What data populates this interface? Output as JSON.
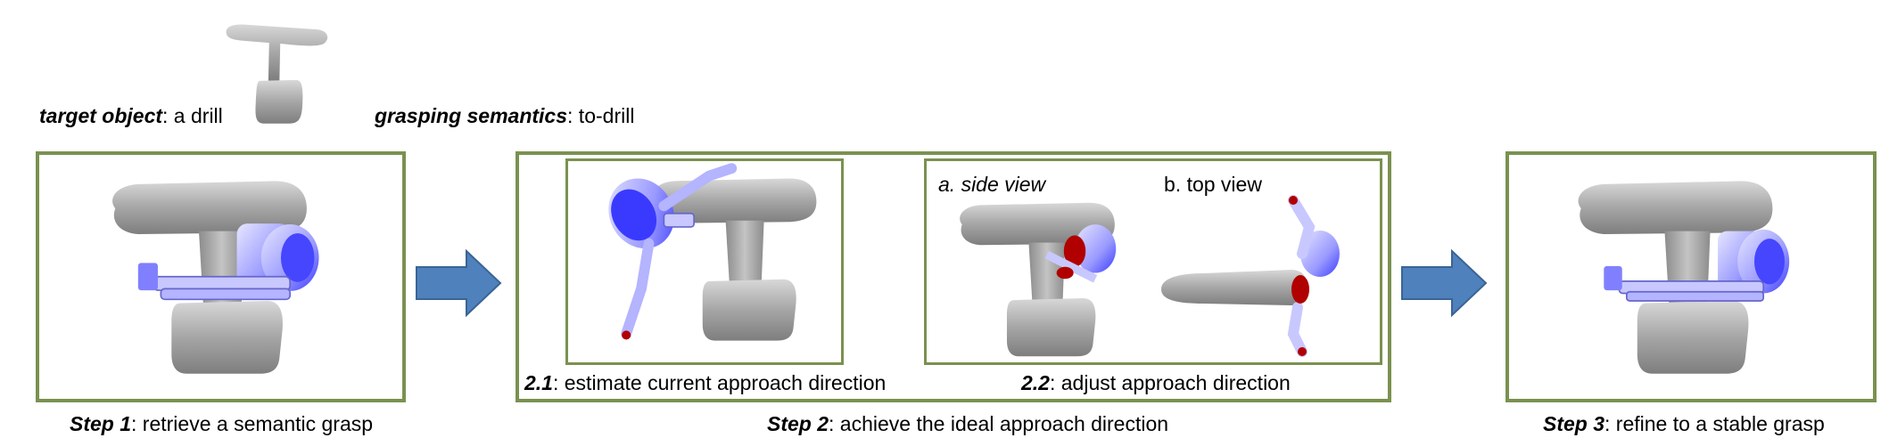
{
  "header": {
    "target_label": "target object",
    "target_value": ": a drill",
    "semantics_label": "grasping semantics",
    "semantics_value": ": to-drill"
  },
  "step1": {
    "label": "Step 1",
    "text": ": retrieve a semantic grasp"
  },
  "step2": {
    "label": "Step 2",
    "text": ": achieve the ideal approach direction",
    "sub1": {
      "label": "2.1",
      "text": ": estimate current approach direction"
    },
    "sub2": {
      "label": "2.2",
      "text": ": adjust approach direction",
      "side_view": "a. side view",
      "top_view": "b. top view"
    }
  },
  "step3": {
    "label": "Step 3",
    "text": ": refine to a stable grasp"
  },
  "colors": {
    "box": "#7a9150",
    "arrow": "#4f81bd",
    "drill": "#9e9e9e",
    "hand": "#a9a9ff",
    "contact": "#b00000"
  }
}
